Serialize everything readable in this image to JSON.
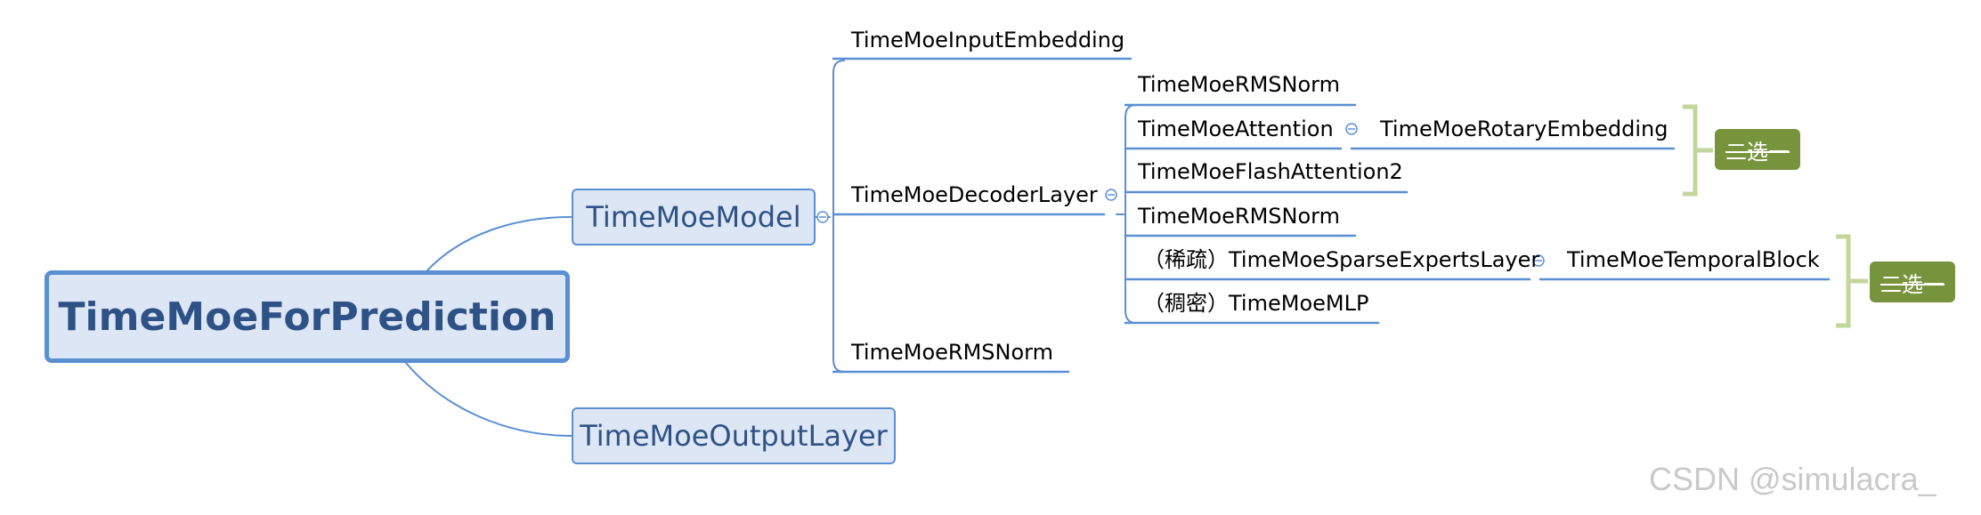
{
  "root": {
    "label": "TimeMoeForPrediction"
  },
  "model": {
    "label": "TimeMoeModel",
    "embedding": "TimeMoeInputEmbedding",
    "decoder": "TimeMoeDecoderLayer",
    "final_norm": "TimeMoeRMSNorm"
  },
  "decoder": {
    "norm_1": "TimeMoeRMSNorm",
    "attention": "TimeMoeAttention",
    "rotary": "TimeMoeRotaryEmbedding",
    "flash_attention": "TimeMoeFlashAttention2",
    "norm_2": "TimeMoeRMSNorm",
    "sparse_experts": "（稀疏）TimeMoeSparseExpertsLayer",
    "temporal_block": "TimeMoeTemporalBlock",
    "dense_mlp": "（稠密）TimeMoeMLP"
  },
  "output": {
    "label": "TimeMoeOutputLayer"
  },
  "badges": {
    "choose_one_1": "二选一",
    "choose_one_2": "二选一"
  },
  "watermark": "CSDN @simulacra_",
  "colors": {
    "line": "#5b8fd3",
    "node_fill": "#dce6f4",
    "node_text": "#2f5286",
    "bracket": "#c3d69b",
    "badge_fill": "#77933c"
  }
}
